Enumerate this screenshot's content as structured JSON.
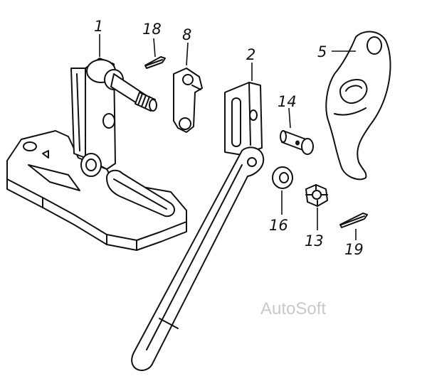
{
  "callouts": {
    "p1": "1",
    "p18": "18",
    "p8": "8",
    "p2": "2",
    "p5": "5",
    "p14": "14",
    "p16": "16",
    "p13": "13",
    "p19": "19"
  },
  "watermark": "AutoSoft"
}
